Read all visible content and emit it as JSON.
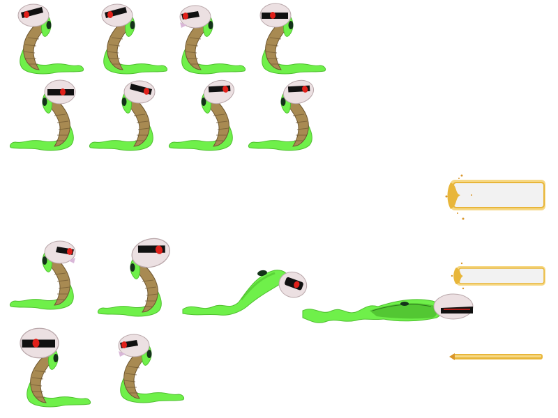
{
  "sheet": {
    "colors": {
      "background": "#ffffff",
      "snake_green": "#6ff04a",
      "snake_green_dark": "#4fbf2f",
      "belly_tan": "#a88a52",
      "belly_tan_dark": "#6e5630",
      "helmet": "#ece0e2",
      "helmet_outline": "#b9a7aa",
      "visor": "#111111",
      "eye_red": "#e0201a",
      "beam_fill": "#f2f2f2",
      "beam_edge": "#e8b63a",
      "beam_glow": "#f6d884",
      "beam_spark": "#d9962a"
    },
    "rows": [
      {
        "label": "idle-row-1",
        "frames": [
          {
            "pose": "coil",
            "facing": "left",
            "visor": "side"
          },
          {
            "pose": "coil",
            "facing": "left",
            "visor": "side"
          },
          {
            "pose": "coil",
            "facing": "left",
            "visor": "side-open"
          },
          {
            "pose": "coil",
            "facing": "left",
            "visor": "front"
          }
        ]
      },
      {
        "label": "idle-row-2",
        "frames": [
          {
            "pose": "coil",
            "facing": "right",
            "visor": "front"
          },
          {
            "pose": "coil",
            "facing": "right",
            "visor": "side"
          },
          {
            "pose": "coil",
            "facing": "right",
            "visor": "tilt"
          },
          {
            "pose": "coil",
            "facing": "right",
            "visor": "tilt"
          }
        ]
      },
      {
        "label": "attack-row",
        "frames": [
          {
            "pose": "coil",
            "facing": "right",
            "visor": "side-open"
          },
          {
            "pose": "coil",
            "facing": "right",
            "visor": "tilt-big"
          },
          {
            "pose": "lunge",
            "facing": "right"
          },
          {
            "pose": "slither",
            "facing": "right"
          }
        ]
      },
      {
        "label": "hurt-row",
        "frames": [
          {
            "pose": "coil",
            "facing": "left",
            "visor": "front-big"
          },
          {
            "pose": "coil",
            "facing": "left",
            "visor": "side-open"
          }
        ]
      }
    ],
    "beams": [
      {
        "name": "beam-large",
        "size": "large"
      },
      {
        "name": "beam-medium",
        "size": "medium"
      },
      {
        "name": "beam-thin",
        "size": "thin"
      }
    ]
  }
}
